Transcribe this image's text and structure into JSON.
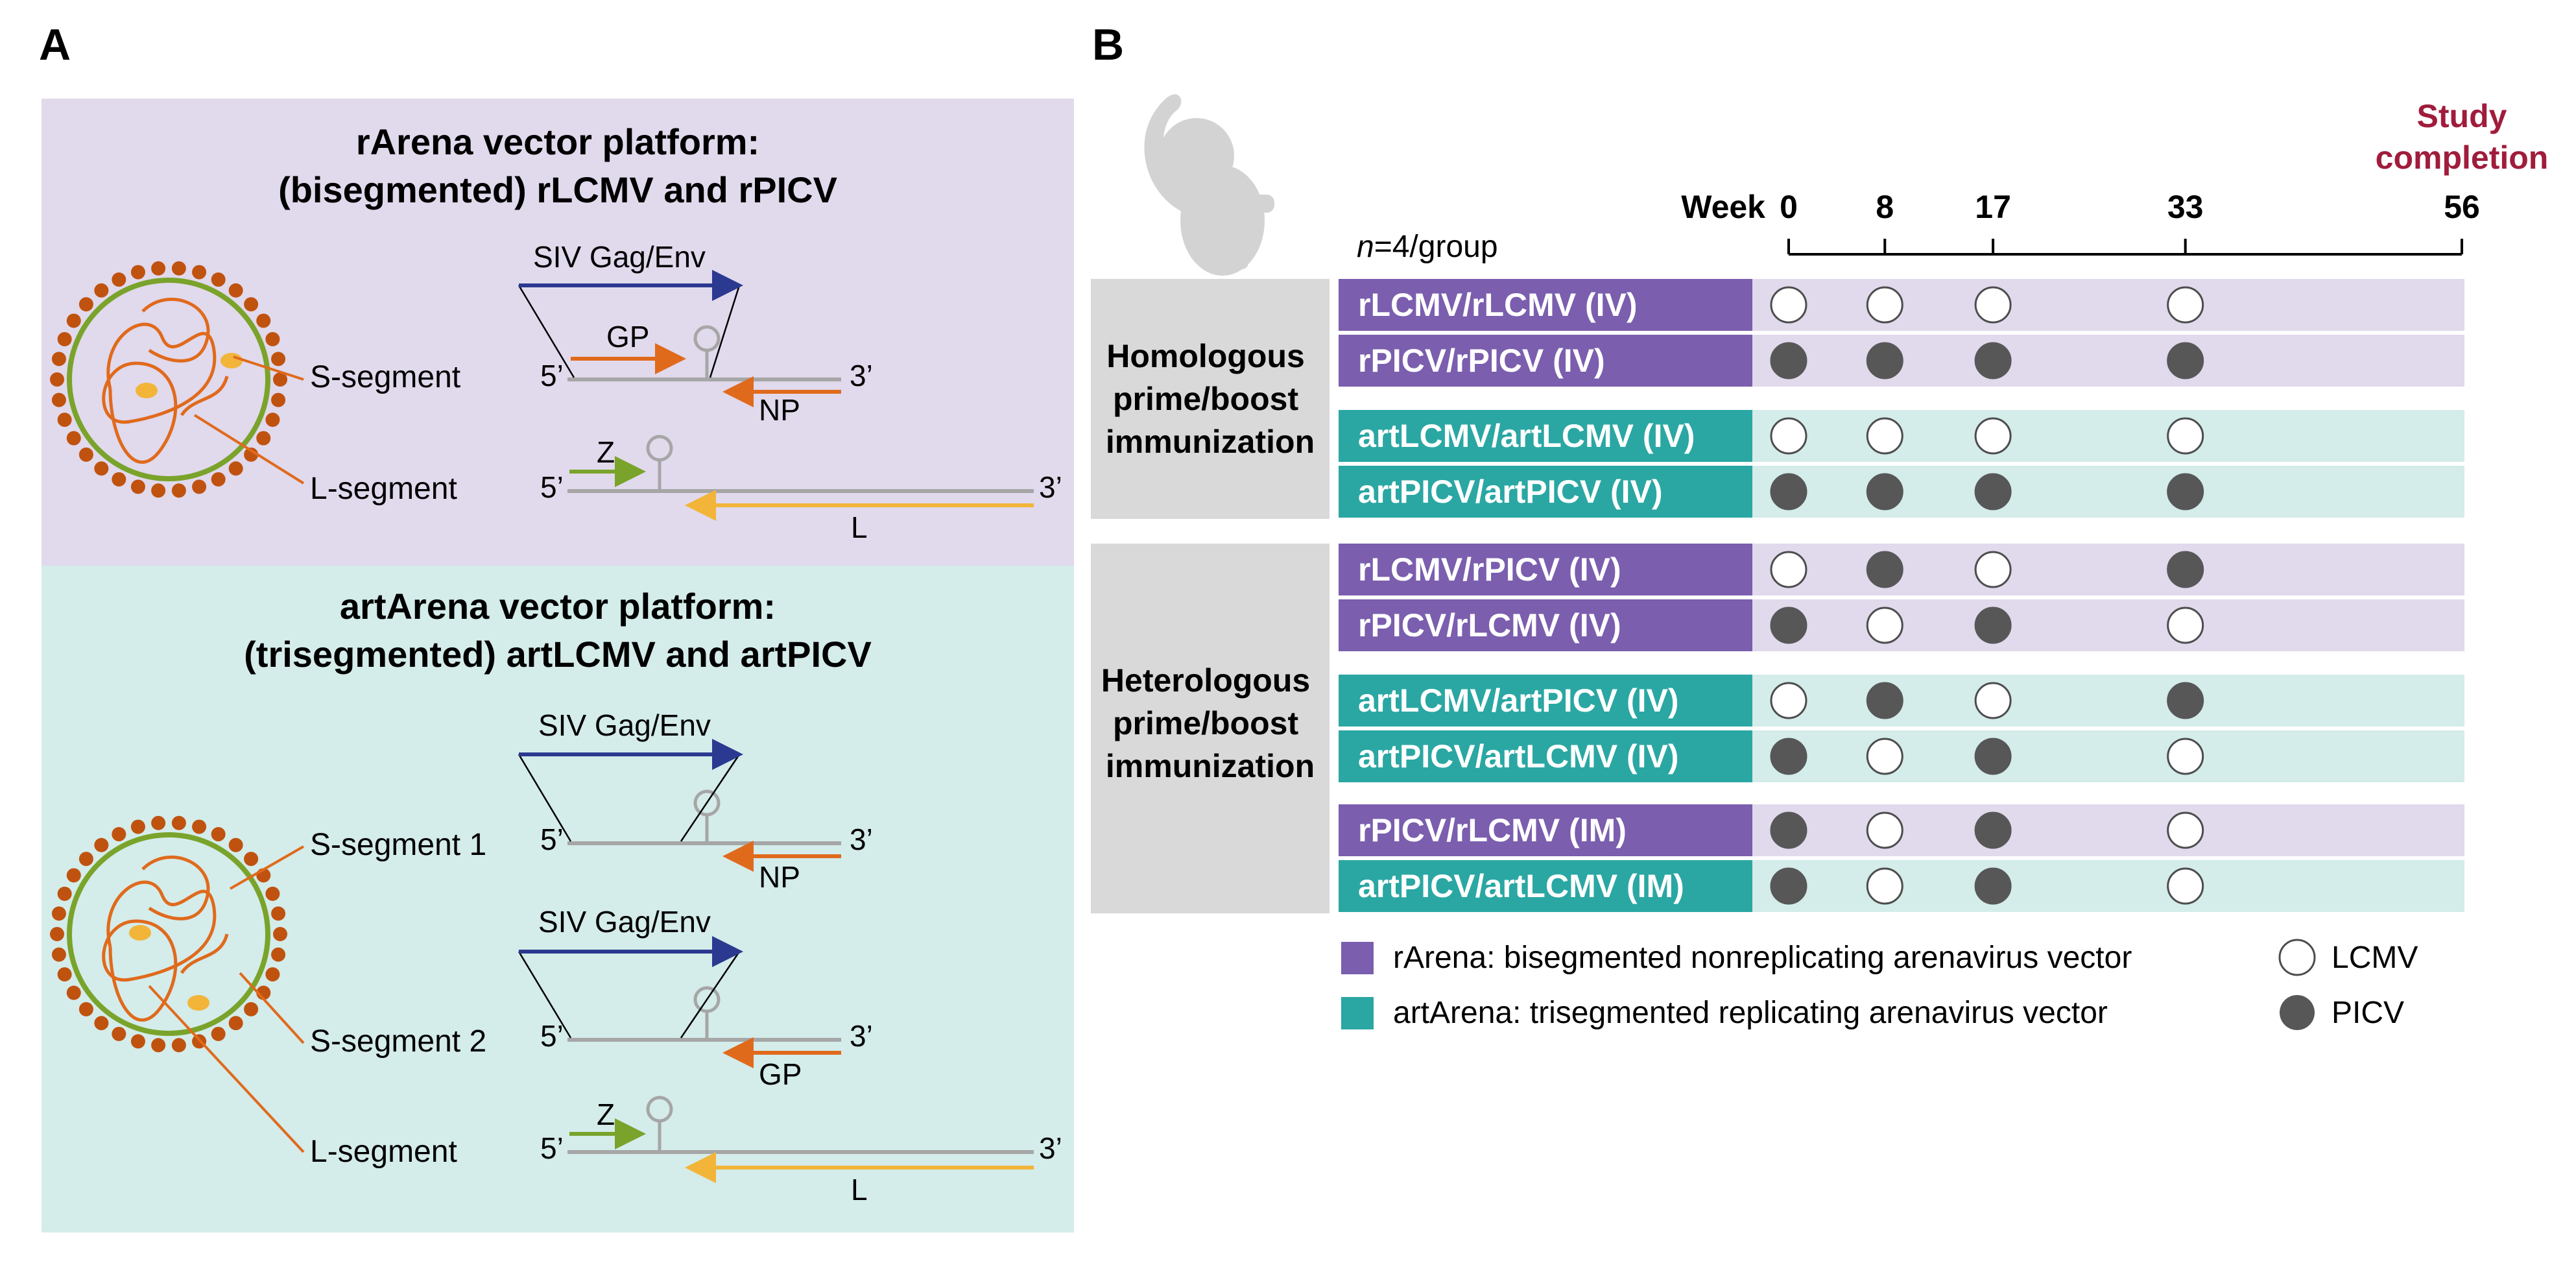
{
  "panel_a": {
    "label": "A",
    "top_box": {
      "title_line1": "rArena vector platform:",
      "title_line2": "(bisegmented) rLCMV and rPICV",
      "s_segment_label": "S-segment",
      "l_segment_label": "L-segment",
      "siv_label": "SIV Gag/Env",
      "gp_label": "GP",
      "np_label": "NP",
      "z_label": "Z",
      "l_gene_label": "L",
      "five_prime": "5’",
      "three_prime": "3’"
    },
    "bottom_box": {
      "title_line1": "artArena vector platform:",
      "title_line2": "(trisegmented) artLCMV and artPICV",
      "s_segment1_label": "S-segment 1",
      "s_segment2_label": "S-segment 2",
      "l_segment_label": "L-segment",
      "siv_label_1": "SIV Gag/Env",
      "siv_label_2": "SIV Gag/Env",
      "np_label": "NP",
      "gp_label": "GP",
      "z_label": "Z",
      "l_gene_label": "L",
      "five_prime": "5’",
      "three_prime": "3’"
    }
  },
  "panel_b": {
    "label": "B",
    "n_label_italic": "n",
    "n_label_rest": "=4/group",
    "week_label": "Week",
    "weeks": [
      "0",
      "8",
      "17",
      "33",
      "56"
    ],
    "study_completion_line1": "Study",
    "study_completion_line2": "completion",
    "homologous_label": [
      "Homologous",
      "prime/boost",
      "immunization"
    ],
    "heterologous_label": [
      "Heterologous",
      "prime/boost",
      "immunization"
    ],
    "rows": [
      {
        "name": "rLCMV/rLCMV (IV)",
        "platform": "rArena",
        "doses": [
          "LCMV",
          "LCMV",
          "LCMV",
          "LCMV"
        ]
      },
      {
        "name": "rPICV/rPICV (IV)",
        "platform": "rArena",
        "doses": [
          "PICV",
          "PICV",
          "PICV",
          "PICV"
        ]
      },
      {
        "name": "artLCMV/artLCMV (IV)",
        "platform": "artArena",
        "doses": [
          "LCMV",
          "LCMV",
          "LCMV",
          "LCMV"
        ]
      },
      {
        "name": "artPICV/artPICV (IV)",
        "platform": "artArena",
        "doses": [
          "PICV",
          "PICV",
          "PICV",
          "PICV"
        ]
      },
      {
        "name": "rLCMV/rPICV (IV)",
        "platform": "rArena",
        "doses": [
          "LCMV",
          "PICV",
          "LCMV",
          "PICV"
        ]
      },
      {
        "name": "rPICV/rLCMV (IV)",
        "platform": "rArena",
        "doses": [
          "PICV",
          "LCMV",
          "PICV",
          "LCMV"
        ]
      },
      {
        "name": "artLCMV/artPICV (IV)",
        "platform": "artArena",
        "doses": [
          "LCMV",
          "PICV",
          "LCMV",
          "PICV"
        ]
      },
      {
        "name": "artPICV/artLCMV (IV)",
        "platform": "artArena",
        "doses": [
          "PICV",
          "LCMV",
          "PICV",
          "LCMV"
        ]
      },
      {
        "name": "rPICV/rLCMV (IM)",
        "platform": "rArena",
        "doses": [
          "PICV",
          "LCMV",
          "PICV",
          "LCMV"
        ]
      },
      {
        "name": "artPICV/artLCMV (IM)",
        "platform": "artArena",
        "doses": [
          "PICV",
          "LCMV",
          "PICV",
          "LCMV"
        ]
      }
    ],
    "legend": {
      "rarena": "rArena: bisegmented nonreplicating arenavirus vector",
      "artarena": "artArena: trisegmented replicating arenavirus vector",
      "lcmv": "LCMV",
      "picv": "PICV"
    }
  },
  "colors": {
    "rarena_dark": "#7b5eae",
    "rarena_light": "#e1d9ec",
    "artarena_dark": "#2aa7a3",
    "artarena_light": "#d4ecea",
    "label_gray": "#d9d9d9",
    "study_completion": "#a01c3c",
    "siv_arrow": "#2b3990",
    "gp_np_arrow": "#e06a1c",
    "z_arrow": "#7aa32b",
    "l_arrow": "#f2b53a",
    "picv_fill": "#575757"
  }
}
